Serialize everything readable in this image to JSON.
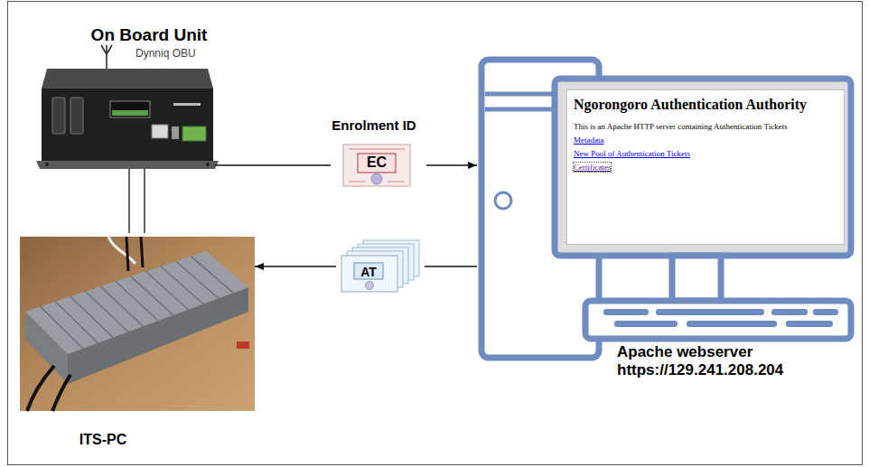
{
  "diagram": {
    "nodes": [
      {
        "text": [
          "On Board Unit",
          "Dynniq OBU"
        ]
      },
      {
        "text": [
          "ITS-PC"
        ]
      },
      {
        "text": [
          "Enrolment ID",
          "EC"
        ]
      },
      {
        "text": [
          "AT"
        ]
      },
      {
        "text": [
          "Apache webserver https://129.241.208.204"
        ]
      },
      {
        "text": [
          "Ngorongoro Authentication Authority",
          "This is an Apache HTTP server containing Authentication Tickets",
          "Metadata",
          "New Pool of Authentication Tickets",
          "Certificates"
        ],
        "in": 4
      }
    ],
    "edges": [
      {
        "from": 0,
        "to": 1,
        "arrow": "none"
      },
      {
        "from": 0,
        "to": 1,
        "arrow": "none"
      },
      {
        "from": 0,
        "to": 2,
        "arrow": "none"
      },
      {
        "from": 2,
        "to": 4,
        "arrow": "to"
      },
      {
        "from": 4,
        "to": 3,
        "arrow": "none"
      },
      {
        "from": 3,
        "to": 1,
        "arrow": "to"
      }
    ]
  }
}
